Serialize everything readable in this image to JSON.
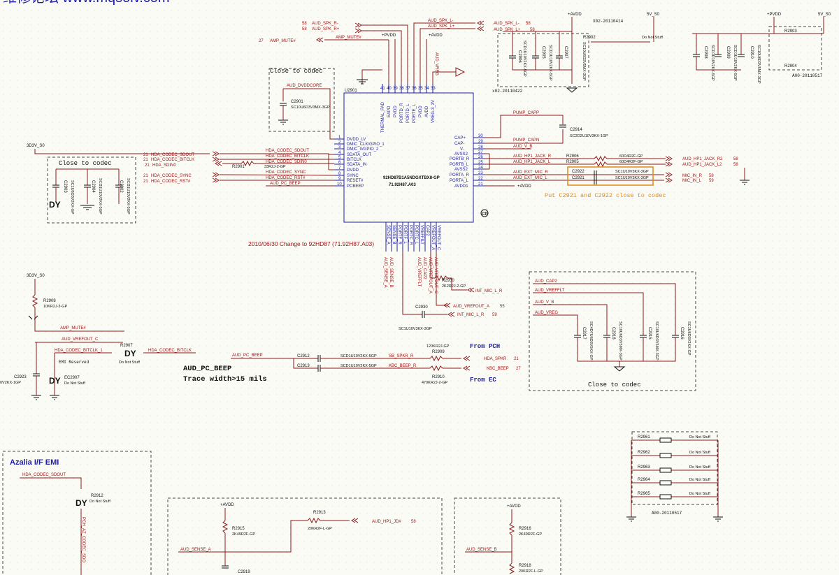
{
  "watermark": "维修论坛 www.mqsolv.com",
  "chip": {
    "ref": "U2901",
    "part": "92HD87B1A5NDGXTBX8-GP",
    "code": "71.92H87.A03",
    "left_pins": [
      "DVDD_LV",
      "DMIC_CLK/GPIO_1",
      "DMIC_0/GPIO_2",
      "SDATA_OUT",
      "BITCLK",
      "SDATA_IN",
      "DVDD",
      "SYNC",
      "RESET#",
      "PCBEEP"
    ],
    "left_nums": [
      "1",
      "2",
      "3",
      "4",
      "5",
      "6",
      "7",
      "8",
      "9",
      "10"
    ],
    "top_pins": [
      "THERMAL_PAD",
      "EAPD",
      "PVDD",
      "PORTD_R",
      "PORTD_L",
      "PORTE_L",
      "PVDD",
      "AVDD",
      "VREG-3_3V"
    ],
    "top_nums": [
      "41",
      "40",
      "39",
      "38",
      "37",
      "36",
      "35",
      "34",
      "33"
    ],
    "right_pins": [
      "CAP+",
      "CAP-",
      "V-",
      "AVSS2",
      "PORTB_R",
      "PORTB_L",
      "AVSS2",
      "PORTA_R",
      "PORTA_L",
      "AVDD1"
    ],
    "right_nums": [
      "30",
      "29",
      "28",
      "27",
      "26",
      "25",
      "24",
      "23",
      "22",
      "21"
    ],
    "bottom_pins": [
      "SENSE_A",
      "SENSE_B",
      "PORTF_R",
      "PORTF_L",
      "PORTC_R",
      "PORTC_L",
      "VREFFILT",
      "CAP2",
      "VREFOUT_A",
      "VREFOUT_C"
    ],
    "logo": "CP"
  },
  "notes": {
    "close_codec_1": "Close to codec",
    "close_codec_2": "Close to codec",
    "close_codec_3": "Close to codec",
    "change": "2010/06/30 Change to 92HD87 (71.92H87.A03)",
    "put_caps": "Put C2921 and C2922 close to codec",
    "from_pch": "From PCH",
    "from_ec": "From EC",
    "aud_pc_beep": "AUD_PC_BEEP",
    "trace_width": "Trace width>15 mils",
    "emi_reserved": "EMI Reserved",
    "azalia": "Azalia I/F EMI",
    "x02_a": "X02-20110414",
    "x02_b": "x02-20110422",
    "a00_a": "A00-20110517",
    "a00_b": "A00-20110517"
  },
  "power": {
    "pvdd": "+PVDD",
    "avdd": "+AVDD",
    "v5": "5V_S0",
    "v3d3": "3D3V_S0"
  },
  "nets": {
    "aud_spk_r_minus": "AUD_SPK_R-",
    "aud_spk_r_plus": "AUD_SPK_R+",
    "aud_spk_l_minus": "AUD_SPK_L-",
    "aud_spk_l_plus": "AUD_SPK_L+",
    "amp_mute": "AMP_MUTE#",
    "aud_dvddcore": "AUD_DVDDCORE",
    "hda_sdout": "HDA_CODEC_SDOUT",
    "hda_bitclk": "HDA_CODEC_BITCLK",
    "hda_sdin0": "HDA_SDIN0",
    "hda_sync": "HDA_CODEC_SYNC",
    "hda_rst": "HDA_CODEC_RST#",
    "hda_sdin0_b": "HDA_CODEC_SDIN0",
    "hda_sync_b": "HDA_CODEC_SYNC",
    "hda_rst_b": "HDA_CODEC_RST#",
    "aud_pc_beep": "AUD_PC_BEEP",
    "pump_capp": "PUMP_CAPP",
    "pump_capn": "PUMP_CAPN",
    "aud_v_b": "AUD_V_B",
    "aud_hp1_jack_r": "AUD_HP1_JACK_R",
    "aud_hp1_jack_l": "AUD_HP1_JACK_L",
    "aud_hp1_jack_r2": "AUD_HP1_JACK_R2",
    "aud_hp1_jack_l2": "AUD_HP1_JACK_L2",
    "aud_ext_mic_r": "AUD_EXT_MIC_R",
    "aud_ext_mic_l": "AUD_EXT_MIC_L",
    "mic_in_r": "MIC_IN_R",
    "mic_in_l": "MIC_IN_L",
    "aud_sense_a": "AUD_SENSE_A",
    "aud_sense_b": "AUD_SENSE_B",
    "aud_vrefflt": "AUD_VREFFLT",
    "aud_cap2": "AUD_CAP2",
    "aud_vrefout_a": "AUD_VREFOUT_A",
    "aud_vrefout_c": "AUD_VREFOUT_C",
    "int_mic_l_r": "INT_MIC_L_R",
    "int_mic_l_r_b": "INT_MIC_L_R",
    "aud_vreg": "AUD_VREG",
    "sb_spkr_r": "SB_SPKR_R",
    "kbc_beep_r": "KBC_BEEP_R",
    "hda_spkr": "HDA_SPKR",
    "kbc_beep": "KBC_BEEP",
    "aud_hp1_jd": "AUD_HP1_JD#",
    "aud_sense_a_b": "AUD_SENSE_A",
    "aud_sense_b_b": "AUD_SENSE_B",
    "hda_codec_sdout_b": "HDA_CODEC_SDOUT",
    "pch_az_codec": "PCH_AZ_CODEC_SDO",
    "amp_mute_b": "AMP_MUTE#",
    "aud_vrefout_c_b": "AUD_VREFOUT_C",
    "hda_codec_bitclk_1": "HDA_CODEC_BITCLK_1",
    "hda_codec_bitclk_b": "HDA_CODEC_BITCLK"
  },
  "pagenums": {
    "p58a": "58",
    "p58b": "58",
    "p58c": "58",
    "p58d": "58",
    "p27": "27",
    "p21a": "21",
    "p21b": "21",
    "p21c": "21",
    "p21d": "21",
    "p21e": "21",
    "p58e": "58",
    "p58f": "58",
    "p59": "59",
    "p55": "55",
    "p59b": "59",
    "p21f": "21",
    "p27b": "27",
    "p58g": "58"
  },
  "parts": {
    "c2901": "C2901",
    "c2901_v": "SC10U6D3V3MX-3GP",
    "c2903": "C2903",
    "c2903_v": "SC1U6D3V2KX-GP",
    "c2904": "C2904",
    "c2904_v": "SCD1U10V2KX-5GP",
    "c2902": "C2902",
    "c2902_v": "SCD1U10V2KX-5GP",
    "r2901": "R2901",
    "r2901_v": "33R2J-2-GP",
    "c2906": "C2906",
    "c2906_v": "SCD1U10V2KX-5GP",
    "c2905": "C2905",
    "c2905_v": "SCD1U10V2KX-5GP",
    "c2907": "C2907",
    "c2907_v": "SC10U6D3V5MX-3GP",
    "r2902": "R2902",
    "r2902_v": "Do Not Stuff",
    "c2908": "C2908",
    "c2908_v": "SCD1U10V2KX-5GP",
    "c2909": "C2909",
    "c2909_v": "SCD1U10V2KX-5GP",
    "c2910": "C2910",
    "c2910_v": "SC10U6D3V5MX-3GP",
    "r2903": "R2903",
    "r2904": "R2904",
    "c2914": "C2914",
    "c2914_v": "SC2D2U10V3KX-1GP",
    "r2906": "R2906",
    "r2905": "R2905",
    "r2906_v": "60D4R2F-GP",
    "r2905_v": "60D4R2F-GP",
    "c2922": "C2922",
    "c2921": "C2921",
    "c2922_v": "SC1U10V3KX-3GP",
    "c2921_v": "SC1U10V3KX-3GP",
    "r2930": "R2930",
    "r2930_v": "2K2R2J-2-GP",
    "c2930": "C2930",
    "c2930_v": "SC1U10V3KX-3GP",
    "r2908": "R2908",
    "r2908_v": "10KR2J-3-GP",
    "r2907": "R2907",
    "r2907_v": "Do Not Stuff",
    "c2923": "C2923",
    "c2923_v": "0V2KX-1GP",
    "ec2907": "EC2907",
    "ec2907_v": "Do Not Stuff",
    "c2912": "C2912",
    "c2913": "C2913",
    "c2912_v": "SCD1U10V2KX-5GP",
    "c2913_v": "SCD1U10V2KX-5GP",
    "r2909": "R2909",
    "r2909_v": "120KR2J-GP",
    "r2910": "R2910",
    "r2910_v": "470KR2J-2-GP",
    "c2917": "C2917",
    "c2917_v": "SC4D7U6D3V5KX-GP",
    "c2918": "C2918",
    "c2918_v": "SC10U6D3V5MX-3GP",
    "c2915": "C2915",
    "c2915_v": "SC10U6D3V5MX-3GP",
    "c2916": "C2916",
    "c2916_v": "SC1U6D3V2KX-GP",
    "r2912": "R2912",
    "r2912_v": "Do Not Stuff",
    "r2915": "R2915",
    "r2915_v": "2K49R2F-GP",
    "r2913": "R2913",
    "r2913_v": "20KR2F-L-GP",
    "c2919": "C2919",
    "r2916": "R2916",
    "r2916_v": "2K49R2F-GP",
    "r2918": "R2918",
    "r2918_v": "20KR2F-L-GP",
    "r2961": "R2961",
    "r2962": "R2962",
    "r2963": "R2963",
    "r2964": "R2964",
    "r2965": "R2965",
    "dns": "Do Not Stuff",
    "dy1": "DY",
    "dy2": "DY",
    "dy3": "DY"
  }
}
